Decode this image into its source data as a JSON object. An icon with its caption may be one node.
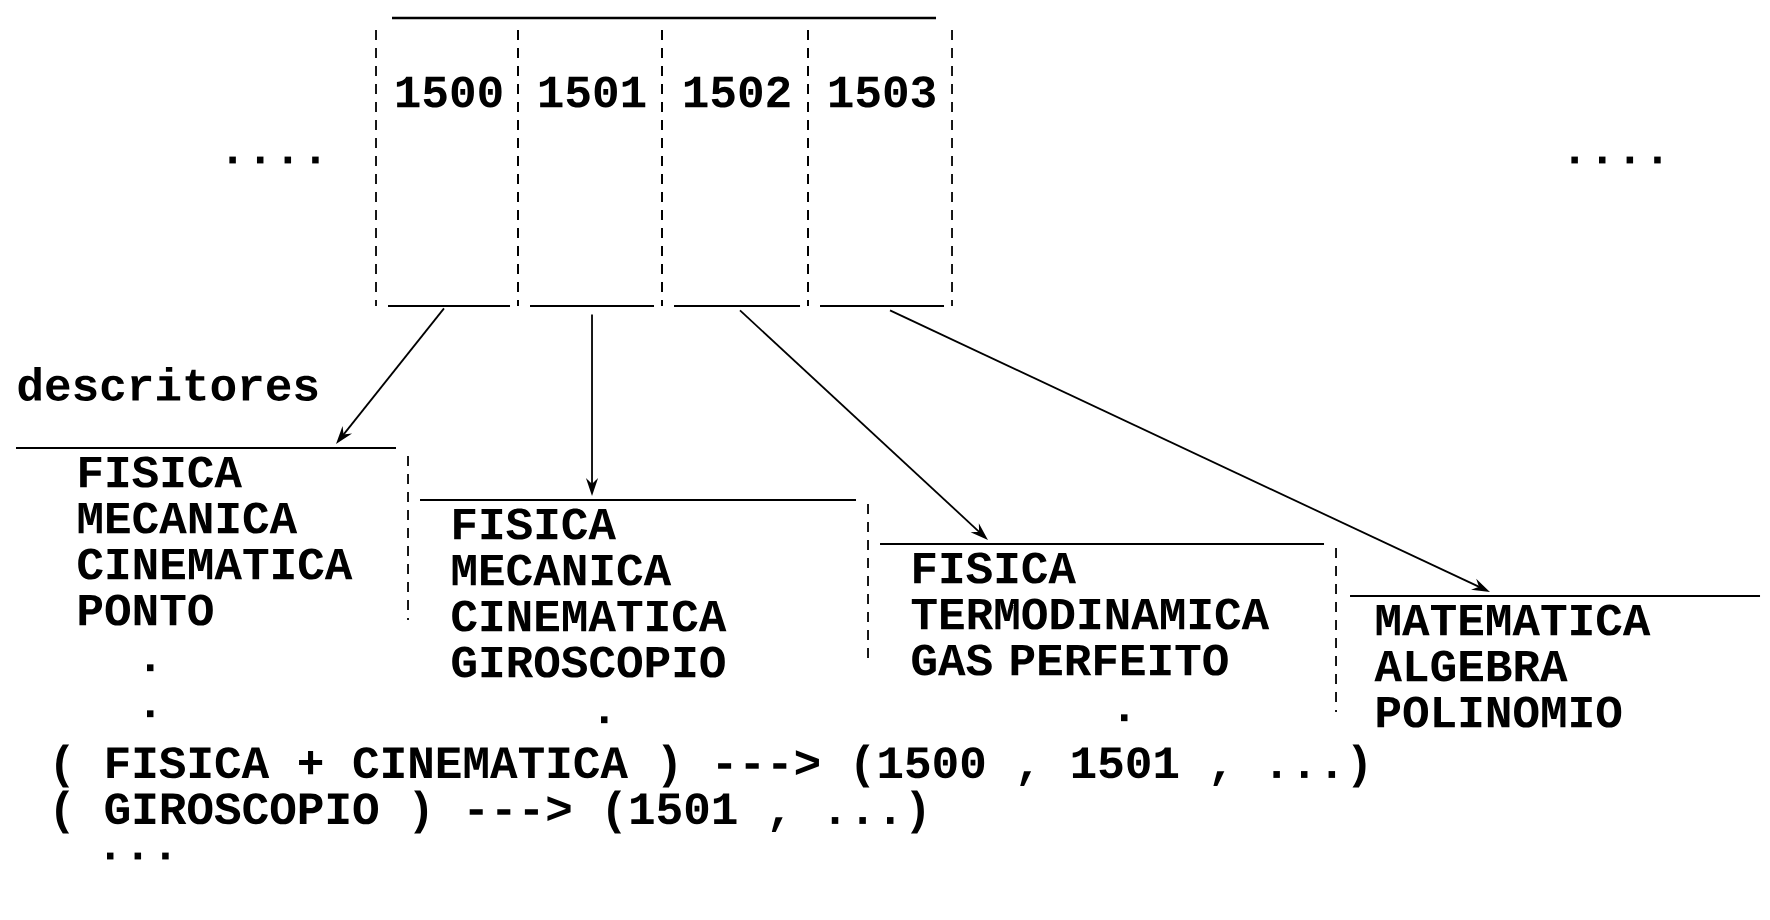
{
  "diagram": {
    "nodes": [
      {
        "text": [
          "1500"
        ]
      },
      {
        "text": [
          "1501"
        ]
      },
      {
        "text": [
          "1502"
        ]
      },
      {
        "text": [
          "1503"
        ]
      },
      {
        "text": [
          "FISICA",
          "MECANICA",
          "CINEMATICA",
          "PONTO",
          ".",
          "."
        ]
      },
      {
        "text": [
          "FISICA",
          "MECANICA",
          "CINEMATICA",
          "GIROSCOPIO",
          "."
        ]
      },
      {
        "text": [
          "FISICA",
          "TERMODINAMICA",
          "GAS PERFEITO",
          "."
        ]
      },
      {
        "text": [
          "MATEMATICA",
          "ALGEBRA",
          "POLINOMIO"
        ]
      }
    ],
    "edges": [
      {
        "from": 0,
        "to": 4,
        "arrow": "to"
      },
      {
        "from": 1,
        "to": 5,
        "arrow": "to"
      },
      {
        "from": 2,
        "to": 6,
        "arrow": "to"
      },
      {
        "from": 3,
        "to": 7,
        "arrow": "to"
      }
    ],
    "labels": [
      "....",
      "....",
      "descritores",
      "( FISICA + CINEMATICA ) ---> (1500 , 1501 , ...)",
      "( GIROSCOPIO ) ---> (1501 , ...)",
      "..."
    ]
  }
}
